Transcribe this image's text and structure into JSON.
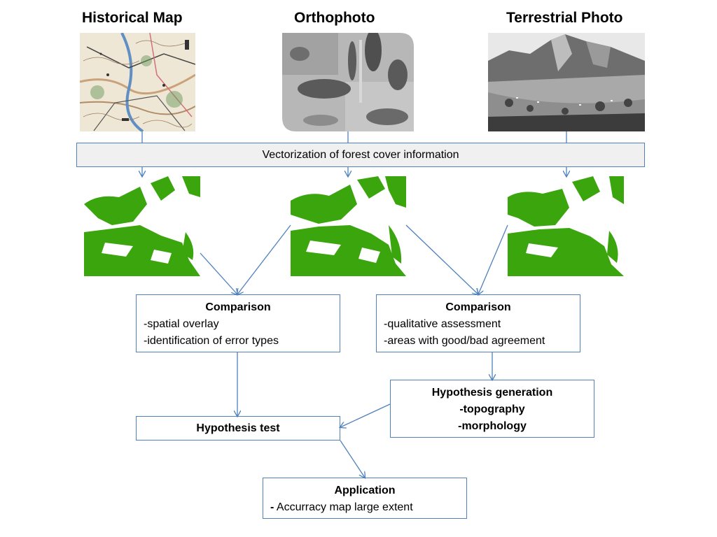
{
  "sources": {
    "historical_map": "Historical Map",
    "orthophoto": "Orthophoto",
    "terrestrial_photo": "Terrestrial Photo"
  },
  "vectorization": "Vectorization of forest cover information",
  "comparison_left": {
    "title": "Comparison",
    "items": [
      "-spatial overlay",
      "-identification of error types"
    ]
  },
  "comparison_right": {
    "title": "Comparison",
    "items": [
      "-qualitative assessment",
      "-areas with good/bad agreement"
    ]
  },
  "hypothesis_generation": {
    "title": "Hypothesis generation",
    "items": [
      "-topography",
      "-morphology"
    ]
  },
  "hypothesis_test": "Hypothesis test",
  "application": {
    "title": "Application",
    "item_dash": "-",
    "item_text": " Accurracy map large extent"
  },
  "colors": {
    "forest": "#3ba50e",
    "connector": "#4f81bd",
    "bar_fill": "#f0f0f0"
  }
}
